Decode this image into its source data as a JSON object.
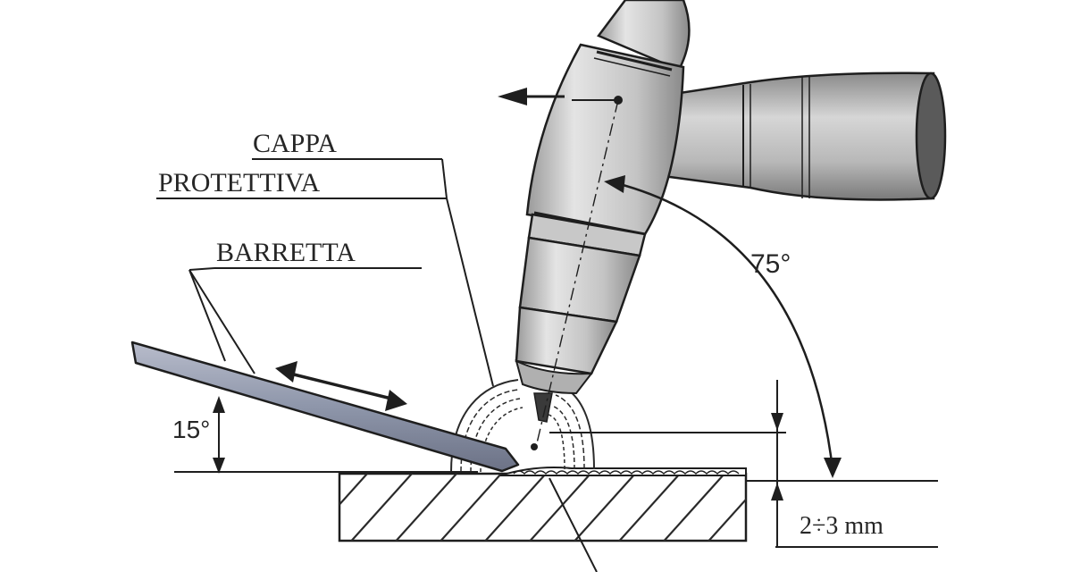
{
  "labels": {
    "cappa": "CAPPA",
    "protettiva": "PROTETTIVA",
    "barretta": "BARRETTA",
    "angle_rod": "15°",
    "angle_torch": "75°",
    "distance": "2÷3 mm"
  },
  "values": {
    "rod_angle_deg": 15,
    "torch_angle_deg": 75
  },
  "colors": {
    "ink": "#1e1e1e",
    "rod": "#8e96aa",
    "torch_light": "#d8d8d8",
    "torch_dark": "#7a7a7a"
  }
}
